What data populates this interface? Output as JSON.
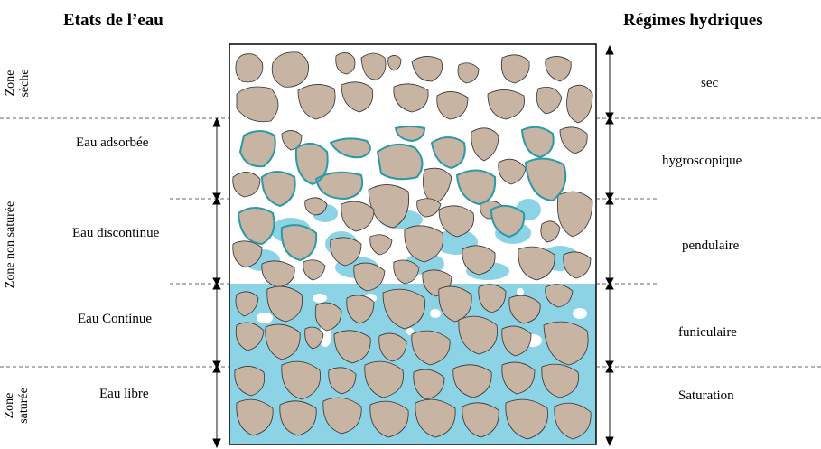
{
  "titles": {
    "left": "Etats de l’eau",
    "right": "Régimes hydriques"
  },
  "zones": {
    "dry": [
      "Zone",
      "sèche"
    ],
    "unsaturated": "Zone non saturée",
    "saturated": [
      "Zone",
      "saturée"
    ]
  },
  "water_states": [
    "Eau adsorbée",
    "Eau discontinue",
    "Eau Continue",
    "Eau libre"
  ],
  "regimes": [
    "sec",
    "hygroscopique",
    "pendulaire",
    "funiculaire",
    "Saturation"
  ],
  "colors": {
    "grain_fill": "#c8b4a3",
    "water": "#8dd3e6",
    "film_outline": "#2a9aa8",
    "frame": "#000000"
  }
}
